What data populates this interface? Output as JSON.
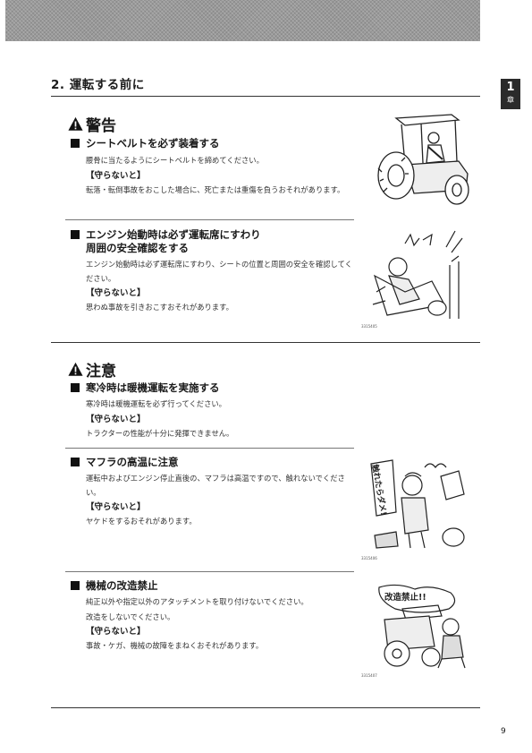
{
  "page": {
    "title": "2. 運転する前に",
    "chapter_number": "1",
    "chapter_label": "章",
    "page_number": "9"
  },
  "warning": {
    "heading": "警告",
    "items": [
      {
        "title": "シートベルトを必ず装着する",
        "body": "腰骨に当たるようにシートベルトを締めてください。",
        "consequence_label": "【守らないと】",
        "consequence": "転落・転倒事故をおこした場合に、死亡または重傷を負うおそれがあります。"
      },
      {
        "title_line1": "エンジン始動時は必ず運転席にすわり",
        "title_line2": "周囲の安全確認をする",
        "body": "エンジン始動時は必ず運転席にすわり、シートの位置と周囲の安全を確認してください。",
        "consequence_label": "【守らないと】",
        "consequence": "思わぬ事故を引きおこすおそれがあります。"
      }
    ],
    "figure_id": "3315405"
  },
  "caution": {
    "heading": "注意",
    "items": [
      {
        "title": "寒冷時は暖機運転を実施する",
        "body": "寒冷時は暖機運転を必ず行ってください。",
        "consequence_label": "【守らないと】",
        "consequence": "トラクターの性能が十分に発揮できません。"
      },
      {
        "title": "マフラの高温に注意",
        "body": "運転中およびエンジン停止直後の、マフラは高温ですので、触れないでください。",
        "consequence_label": "【守らないと】",
        "consequence": "ヤケドをするおそれがあります。",
        "figure_id": "3315406",
        "illustration_text": "触れたらダメ!"
      },
      {
        "title": "機械の改造禁止",
        "body_line1": "純正以外や指定以外のアタッチメントを取り付けないでください。",
        "body_line2": "改造をしないでください。",
        "consequence_label": "【守らないと】",
        "consequence": "事故・ケガ、機械の故障をまねくおそれがあります。",
        "figure_id": "3315407",
        "illustration_text": "改造禁止!!"
      }
    ]
  },
  "colors": {
    "header_band": "#9a9a9a",
    "chapter_tab": "#2b2b2b",
    "text": "#1a1a1a"
  },
  "icons": [
    "warning-triangle-icon",
    "bullet-square-icon"
  ]
}
